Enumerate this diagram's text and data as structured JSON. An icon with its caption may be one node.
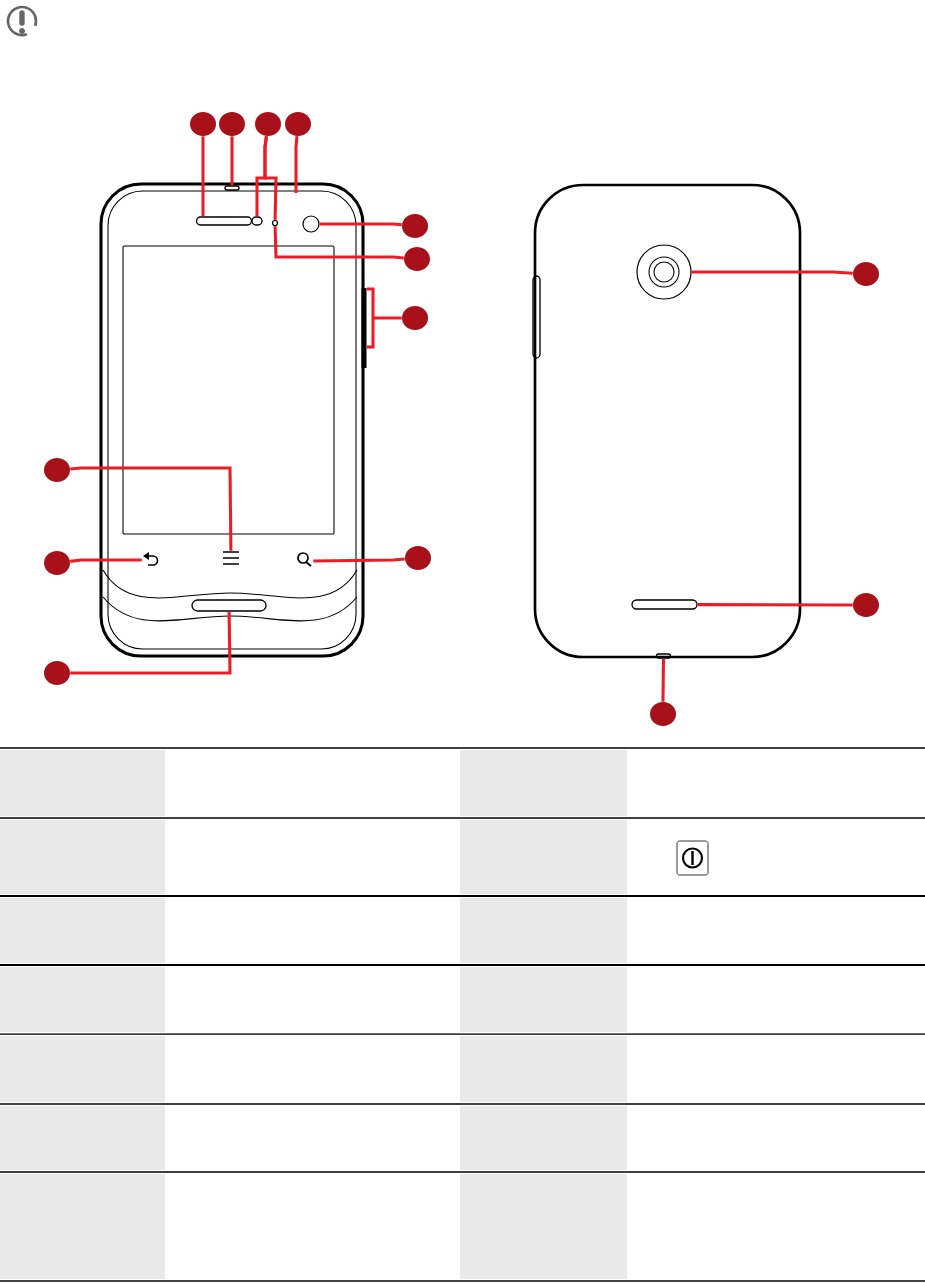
{
  "diagram": {
    "nodes": [
      {
        "text": [],
        "shape": "circle"
      },
      {
        "text": [],
        "shape": "circle"
      },
      {
        "text": [],
        "shape": "circle"
      },
      {
        "text": [],
        "shape": "circle"
      },
      {
        "text": [],
        "shape": "circle"
      },
      {
        "text": [],
        "shape": "circle"
      },
      {
        "text": [],
        "shape": "circle"
      },
      {
        "text": [],
        "shape": "circle"
      },
      {
        "text": [],
        "shape": "circle"
      },
      {
        "text": [],
        "shape": "circle"
      },
      {
        "text": [],
        "shape": "circle"
      },
      {
        "text": [],
        "shape": "circle"
      },
      {
        "text": [],
        "shape": "circle"
      },
      {
        "text": [],
        "shape": "circle"
      },
      {
        "text": [],
        "shape": "box"
      },
      {
        "text": [],
        "shape": "box"
      },
      {
        "text": [],
        "shape": "box"
      },
      {
        "text": [],
        "shape": "circle"
      },
      {
        "text": [],
        "shape": "circle"
      },
      {
        "text": [],
        "shape": "bar"
      },
      {
        "text": [],
        "shape": "icon"
      },
      {
        "text": [],
        "shape": "icon"
      },
      {
        "text": [],
        "shape": "icon"
      },
      {
        "text": [],
        "shape": "box"
      },
      {
        "text": [],
        "shape": "circle"
      },
      {
        "text": [],
        "shape": "box"
      },
      {
        "text": [],
        "shape": "box"
      }
    ],
    "edges": [
      {
        "from": 0,
        "to": 14,
        "arrow": "none"
      },
      {
        "from": 1,
        "to": 15,
        "arrow": "none"
      },
      {
        "from": 2,
        "to": 16,
        "arrow": "none"
      },
      {
        "from": 2,
        "to": 17,
        "arrow": "none"
      },
      {
        "from": 3,
        "to": null,
        "arrow": "none"
      },
      {
        "from": 4,
        "to": 18,
        "arrow": "none"
      },
      {
        "from": 5,
        "to": 17,
        "arrow": "none"
      },
      {
        "from": 6,
        "to": 24,
        "arrow": "none"
      },
      {
        "from": 7,
        "to": 19,
        "arrow": "none"
      },
      {
        "from": 8,
        "to": 21,
        "arrow": "none"
      },
      {
        "from": 9,
        "to": 20,
        "arrow": "none"
      },
      {
        "from": 10,
        "to": 22,
        "arrow": "none"
      },
      {
        "from": 11,
        "to": 25,
        "arrow": "none"
      },
      {
        "from": 12,
        "to": 23,
        "arrow": "none"
      },
      {
        "from": 13,
        "to": 26,
        "arrow": "none"
      }
    ]
  }
}
